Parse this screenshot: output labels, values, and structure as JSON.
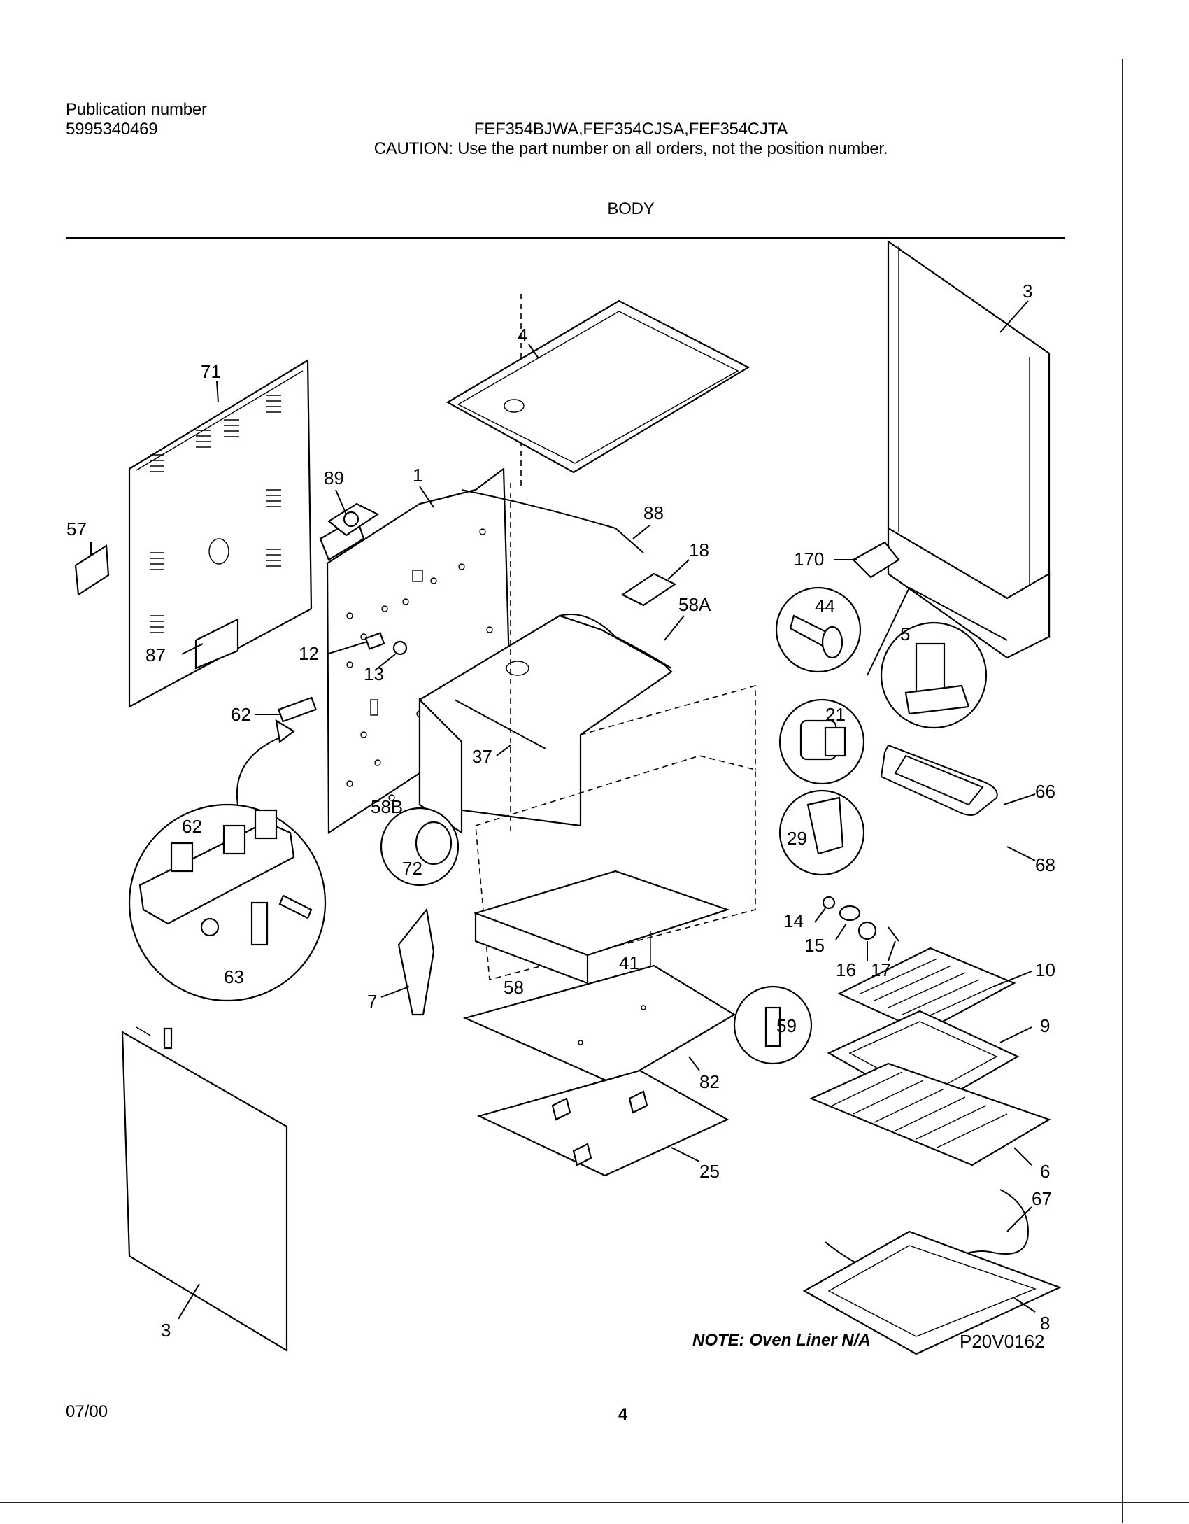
{
  "header": {
    "publication_label": "Publication number",
    "publication_number": "5995340469",
    "models": "FEF354BJWA,FEF354CJSA,FEF354CJTA",
    "caution": "CAUTION:  Use the part number on all orders, not the position number.",
    "section_title": "BODY"
  },
  "callouts": {
    "c71": "71",
    "c4": "4",
    "c3a": "3",
    "c57": "57",
    "c89": "89",
    "c1": "1",
    "c88": "88",
    "c18": "18",
    "c170": "170",
    "c58a": "58A",
    "c44": "44",
    "c5": "5",
    "c87": "87",
    "c12": "12",
    "c13": "13",
    "c21": "21",
    "c62a": "62",
    "c62b": "62",
    "c63": "63",
    "c37": "37",
    "c58b": "58B",
    "c72": "72",
    "c66": "66",
    "c29": "29",
    "c68": "68",
    "c14": "14",
    "c15": "15",
    "c16": "16",
    "c17": "17",
    "c41": "41",
    "c7": "7",
    "c58": "58",
    "c10": "10",
    "c59": "59",
    "c9": "9",
    "c82": "82",
    "c6": "6",
    "c25": "25",
    "c67": "67",
    "c8": "8",
    "c3b": "3"
  },
  "footer": {
    "note": "NOTE:  Oven Liner N/A",
    "diagram_code": "P20V0162",
    "date": "07/00",
    "page": "4"
  }
}
